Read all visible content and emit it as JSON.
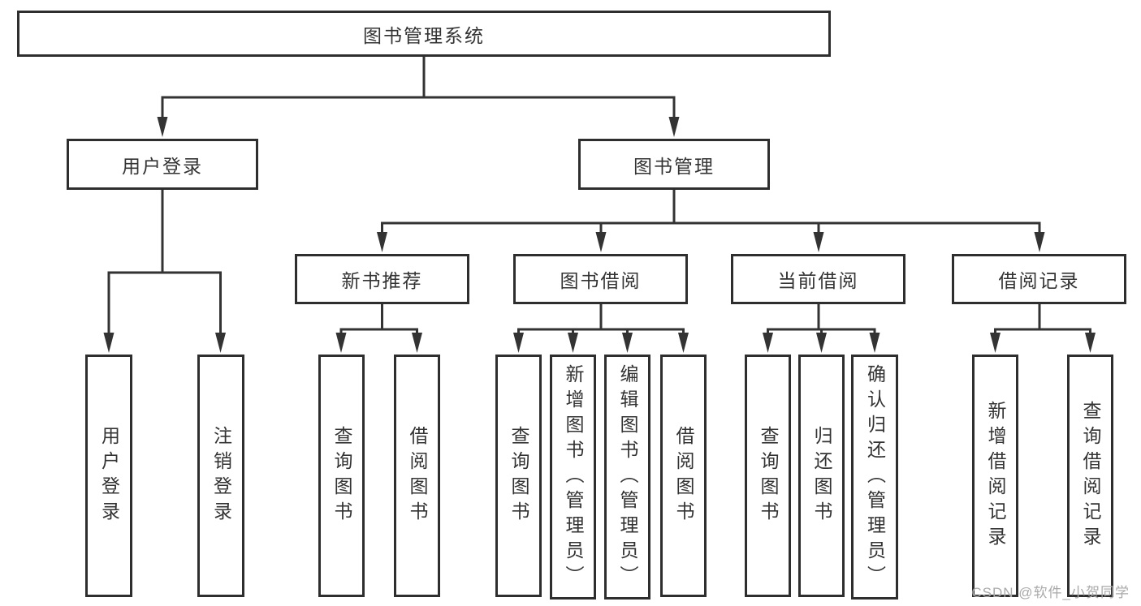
{
  "watermark": "CSDN @软件_小贺同学",
  "colors": {
    "ink": "#333333",
    "watermark_gray": "#a9a9a9",
    "box_fill": "#ffffff"
  },
  "chart_type": "org-structure-diagram",
  "tree": {
    "root": {
      "label": "图书管理系统",
      "children": [
        {
          "label": "用户登录",
          "children": [
            {
              "label": "用户登录"
            },
            {
              "label": "注销登录"
            }
          ]
        },
        {
          "label": "图书管理",
          "children": [
            {
              "label": "新书推荐",
              "children": [
                {
                  "label": "查询图书"
                },
                {
                  "label": "借阅图书"
                }
              ]
            },
            {
              "label": "图书借阅",
              "children": [
                {
                  "label": "查询图书"
                },
                {
                  "label": "新增图书（管理员）"
                },
                {
                  "label": "编辑图书（管理员）"
                },
                {
                  "label": "借阅图书"
                }
              ]
            },
            {
              "label": "当前借阅",
              "children": [
                {
                  "label": "查询图书"
                },
                {
                  "label": "归还图书"
                },
                {
                  "label": "确认归还（管理员）"
                }
              ]
            },
            {
              "label": "借阅记录",
              "children": [
                {
                  "label": "新增借阅记录"
                },
                {
                  "label": "查询借阅记录"
                }
              ]
            }
          ]
        }
      ]
    }
  }
}
